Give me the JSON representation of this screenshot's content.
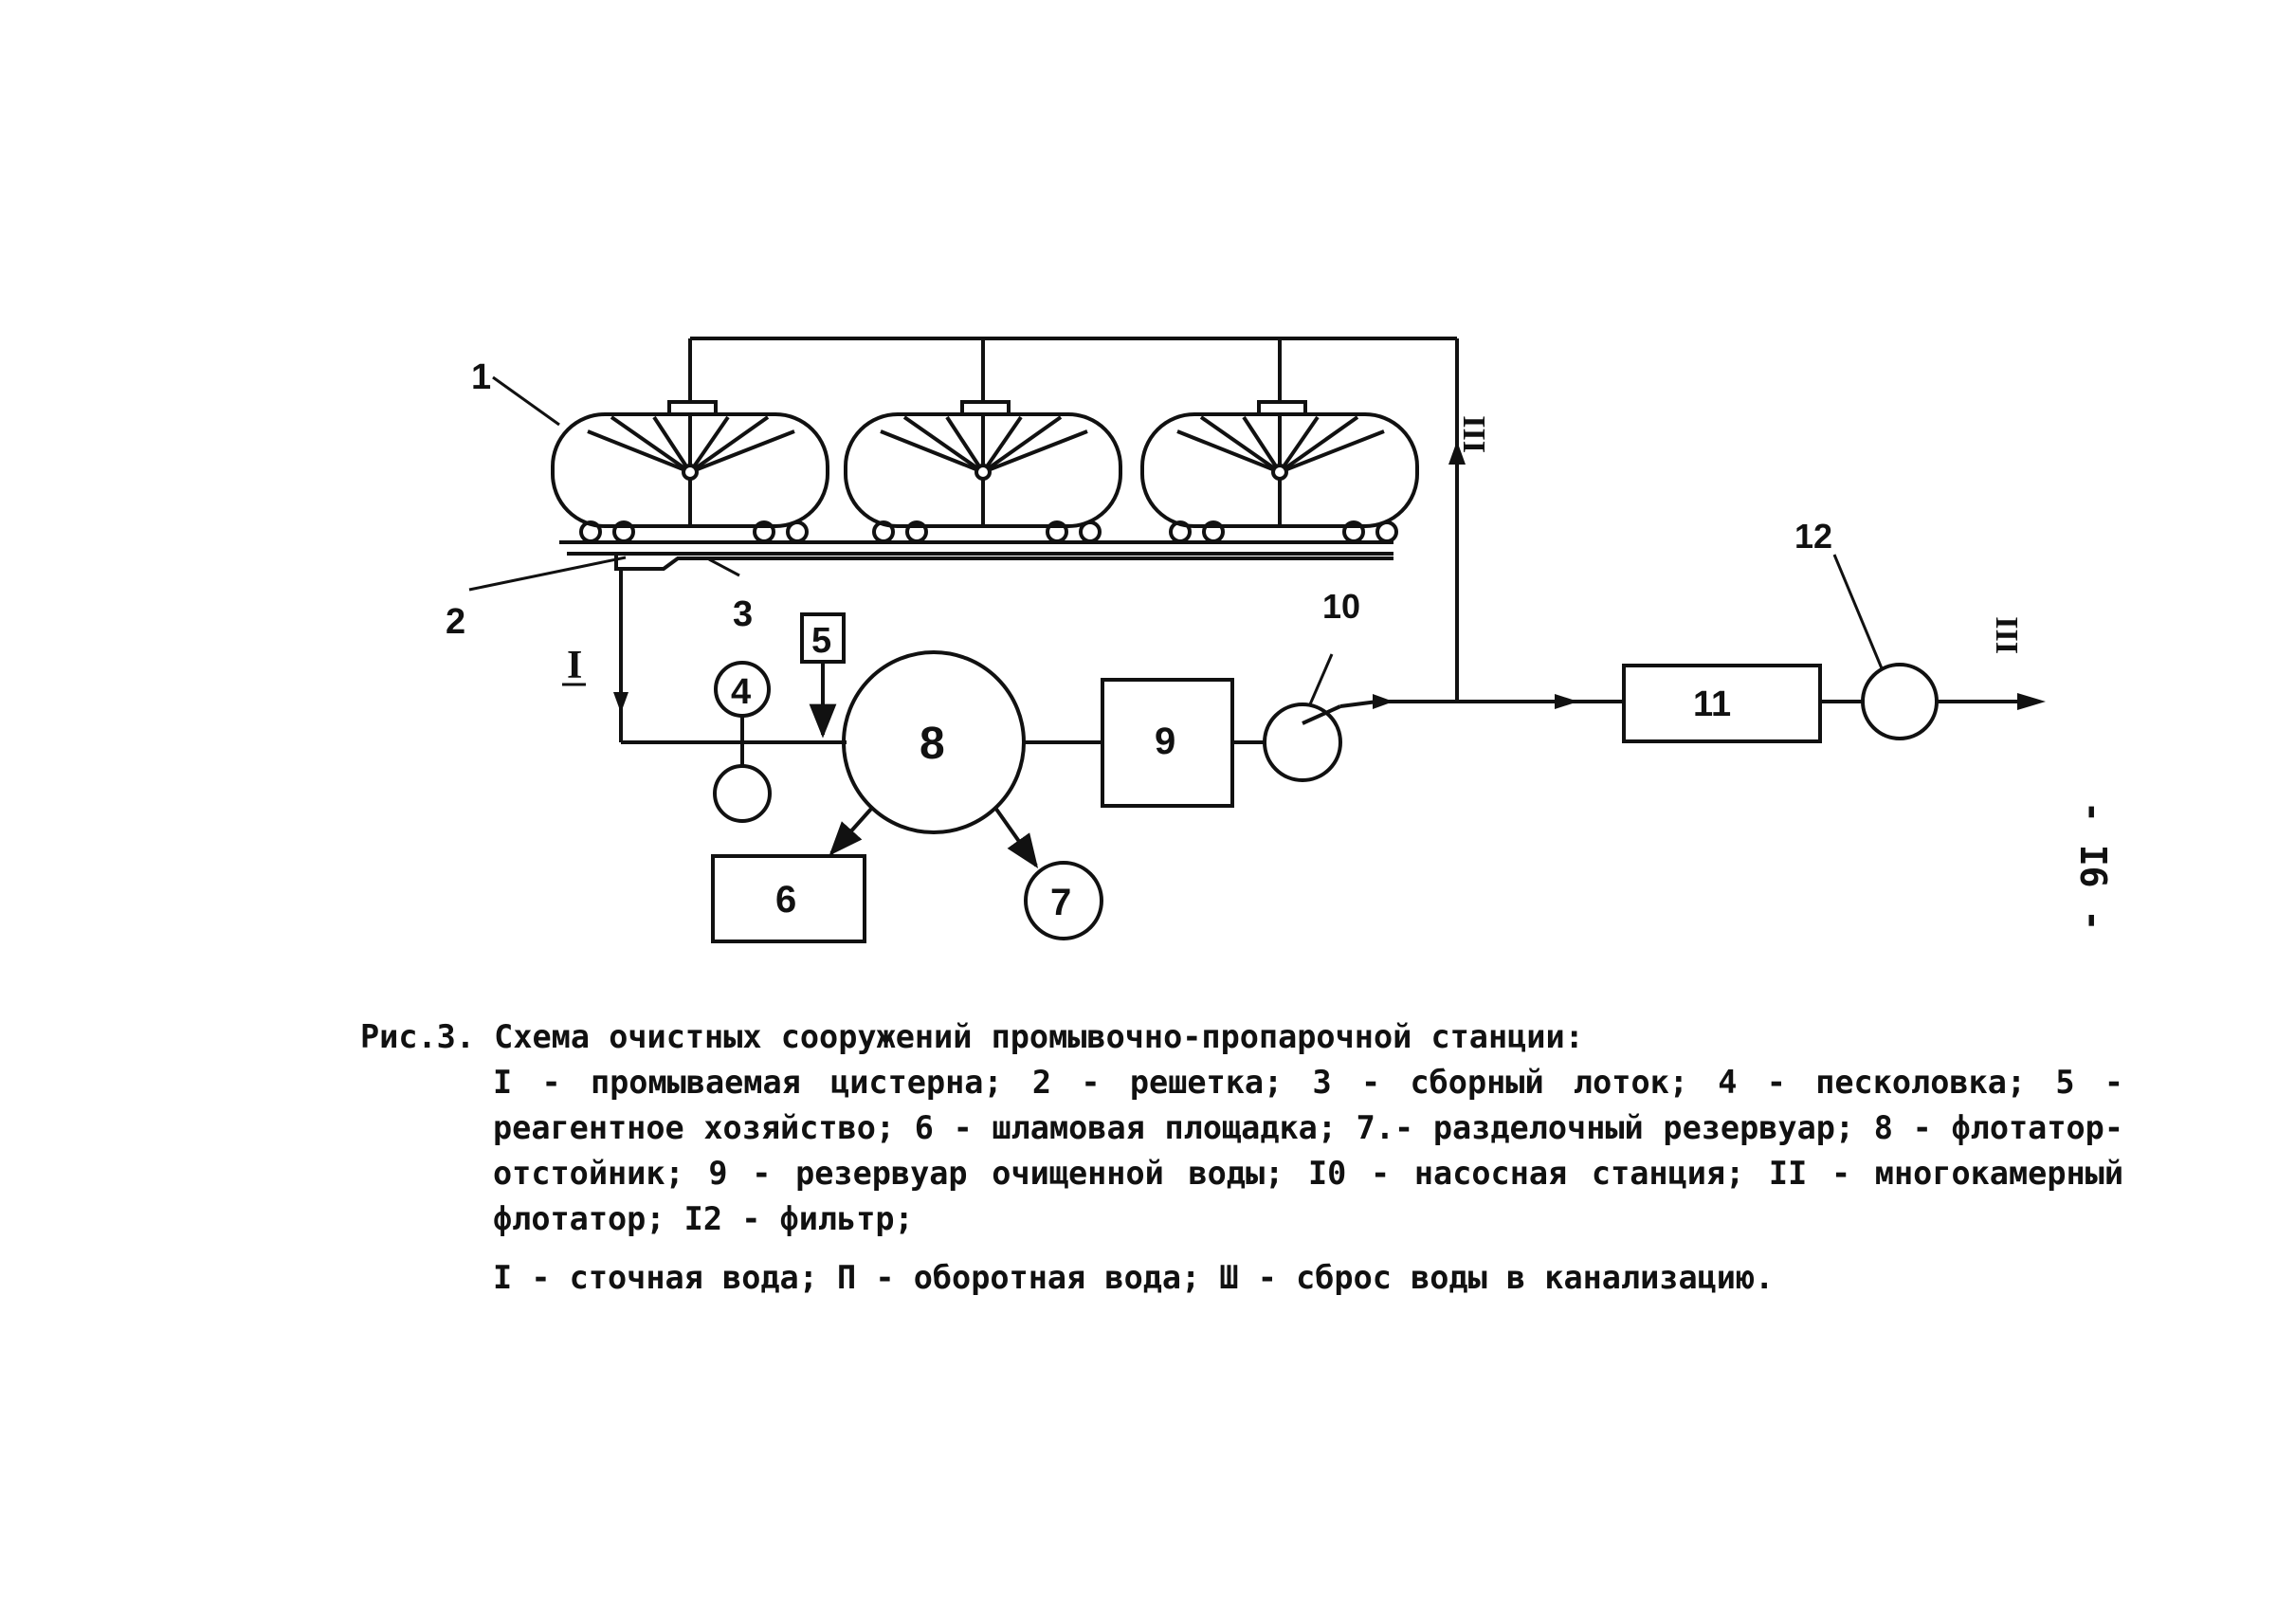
{
  "diagram": {
    "labels": {
      "n1": "1",
      "n2": "2",
      "n3": "3",
      "n4": "4",
      "n5": "5",
      "n6": "6",
      "n7": "7",
      "n8": "8",
      "n9": "9",
      "n10": "10",
      "n11": "11",
      "n12": "12"
    },
    "flows": {
      "wastewater": "I",
      "return_water": "III",
      "discharge": "III"
    }
  },
  "page_number": "- I6 -",
  "caption": {
    "title": "Рис.3. Схема очистных сооружений промывочно-пропарочной станции:",
    "legend": "I - промываемая цистерна; 2 - решетка; 3 - сборный лоток; 4 - песколовка; 5 - реагентное хозяйство; 6 - шламовая площадка; 7.- разделочный резервуар; 8 - флотатор-отстойник; 9 - резервуар очищенной воды; I0 - насосная станция; II - многокамерный флотатор; I2 - фильтр;",
    "flows": "I - сточная вода; П - оборотная вода; Ш - сброс воды в канализацию."
  }
}
